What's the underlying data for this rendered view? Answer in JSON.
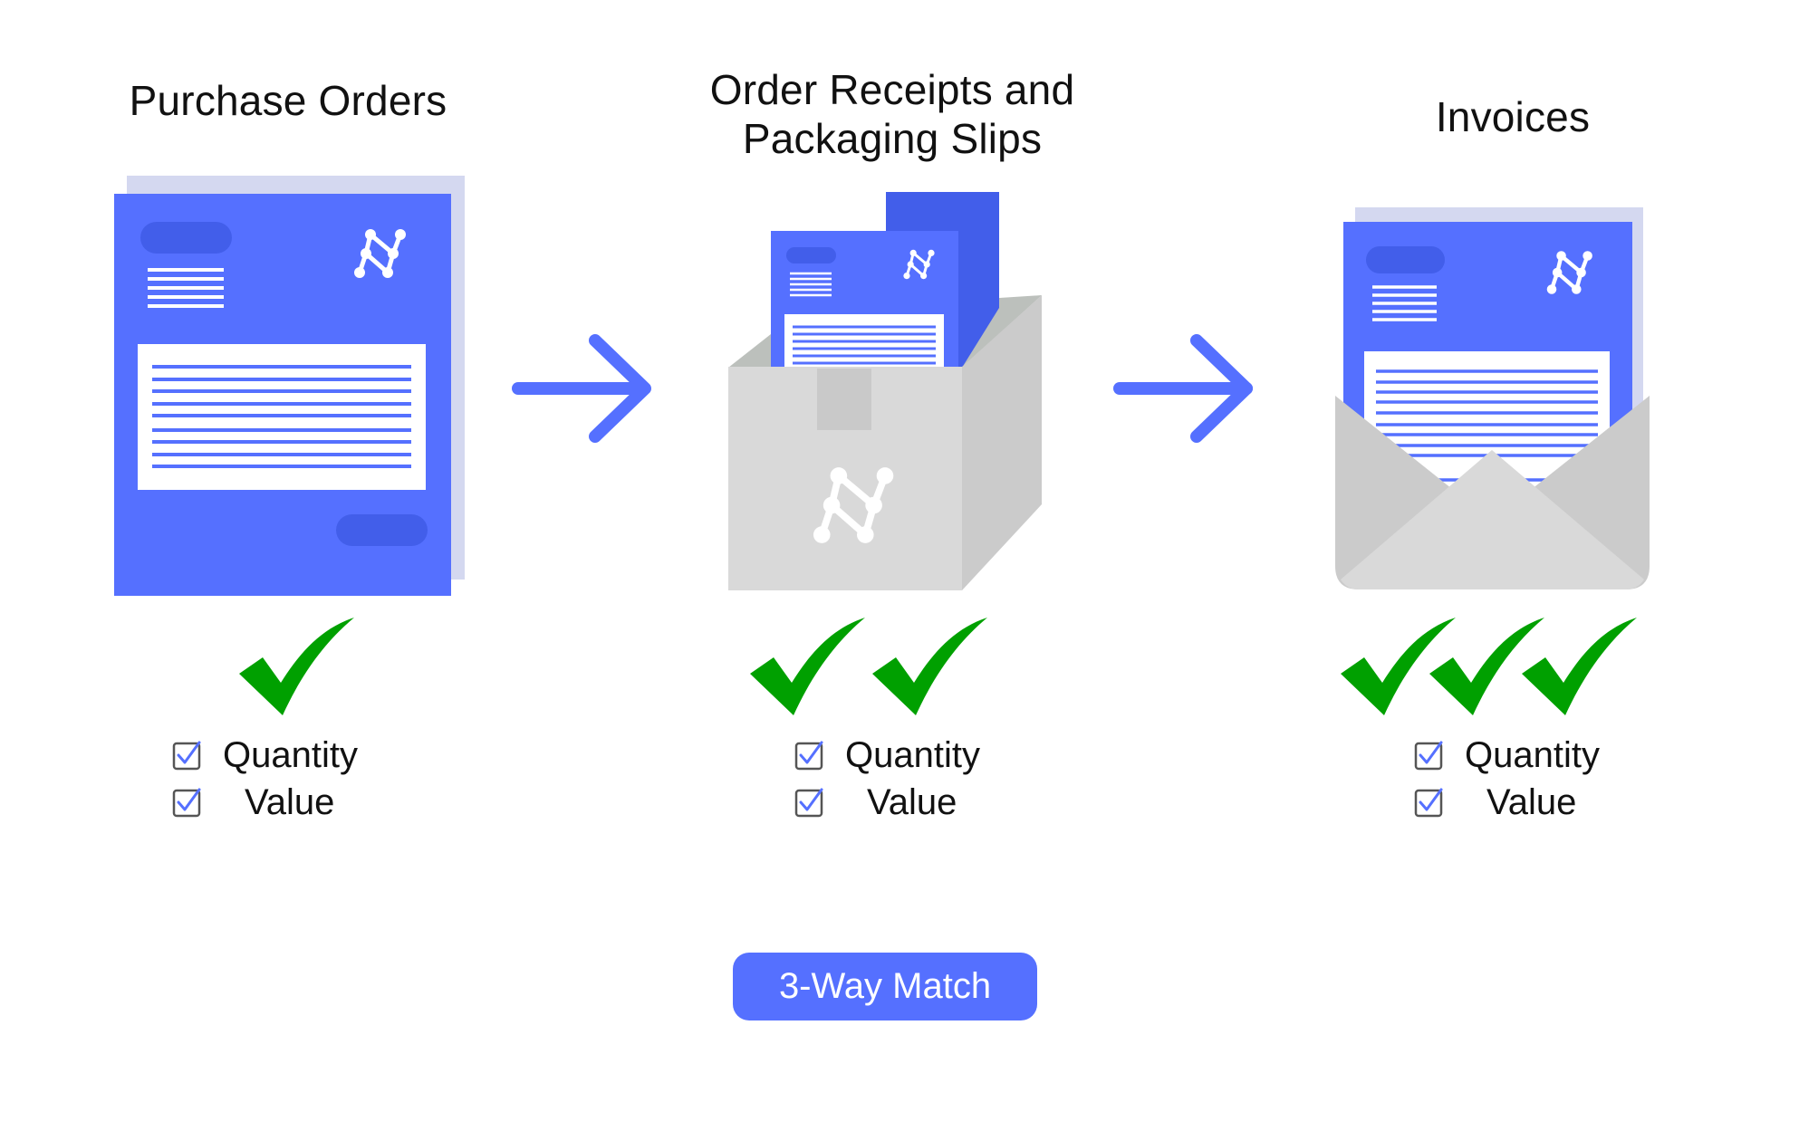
{
  "stages": [
    {
      "id": "purchase-orders",
      "title": "Purchase Orders",
      "check_count": 1,
      "checklist": [
        {
          "label": "Quantity",
          "checked": true
        },
        {
          "label": "Value",
          "checked": true
        }
      ]
    },
    {
      "id": "order-receipts",
      "title_lines": [
        "Order Receipts and",
        "Packaging Slips"
      ],
      "check_count": 2,
      "checklist": [
        {
          "label": "Quantity",
          "checked": true
        },
        {
          "label": "Value",
          "checked": true
        }
      ]
    },
    {
      "id": "invoices",
      "title": "Invoices",
      "check_count": 3,
      "checklist": [
        {
          "label": "Quantity",
          "checked": true
        },
        {
          "label": "Value",
          "checked": true
        }
      ]
    }
  ],
  "match_button": {
    "label": "3-Way Match"
  },
  "icons": {
    "document": "document-icon",
    "box": "package-box-icon",
    "envelope": "envelope-icon",
    "arrow": "arrow-right-icon",
    "check": "checkmark-icon",
    "checkbox": "checkbox-checked-icon",
    "logo": "network-n-logo-icon"
  },
  "colors": {
    "accent": "#5570FF",
    "accent_dark": "#425EEA",
    "page_back": "#D4D8F0",
    "check_green": "#00A000",
    "box_front": "#D9D9D9",
    "box_side": "#CBCBCB",
    "box_inner": "#BCC0BC",
    "tape": "#C9C9C9"
  }
}
